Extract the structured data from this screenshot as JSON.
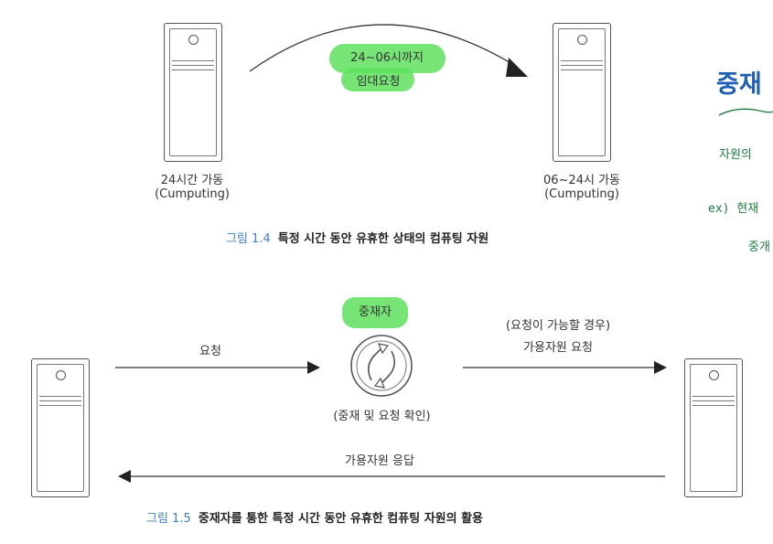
{
  "fig14": {
    "left_server_label_1": "24시간 가동",
    "left_server_label_2": "(Cumputing)",
    "right_server_label_1": "06~24시 가동",
    "right_server_label_2": "(Cumputing)",
    "arc_label_1": "24~06시까지",
    "arc_label_2": "임대요청",
    "caption_num": "그림 1.4",
    "caption_text": "특정 시간 동안 유휴한 상태의 컴퓨팅 자원"
  },
  "fig15": {
    "broker_title": "중재자",
    "request_label": "요청",
    "avail_label_1": "(요청이 가능할 경우)",
    "avail_label_2": "가용자원 요청",
    "broker_note": "(중재 및 요청 확인)",
    "response_label": "가용자원 응답",
    "caption_num": "그림 1.5",
    "caption_text": "중재자를 통한 특정 시간 동안 유휴한 컴퓨팅 자원의 활용"
  },
  "notes": {
    "title": "중재",
    "line1": "자원의",
    "line2": "ex) 현재",
    "line3": "중개"
  },
  "colors": {
    "highlight": "#5ee05e",
    "caption_num": "#3b7fc4",
    "note_title": "#1e5fb4",
    "note_ink": "#1d7a3c"
  },
  "icons": [
    "server-icon",
    "exchange-arrows-icon",
    "arrowhead-icon"
  ]
}
